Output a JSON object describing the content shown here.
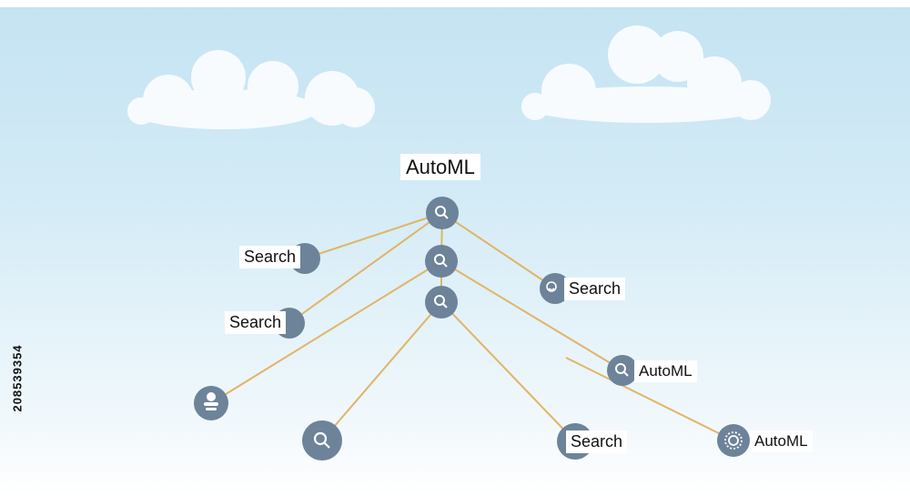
{
  "diagram": {
    "title": "AutoML",
    "labels": {
      "search_left_upper": "Search",
      "search_left_lower": "Search",
      "search_right_upper": "Search",
      "search_bottom": "Search",
      "automl_right_upper": "AutoML",
      "automl_right_lower": "AutoML"
    },
    "nodes": [
      {
        "id": "root",
        "icon": "search-icon"
      },
      {
        "id": "mid",
        "icon": "search-icon"
      },
      {
        "id": "hub",
        "icon": "search-icon"
      },
      {
        "id": "left-upper",
        "icon": "search-icon"
      },
      {
        "id": "left-lower",
        "icon": "search-icon"
      },
      {
        "id": "right-upper",
        "icon": "face-icon"
      },
      {
        "id": "left-person",
        "icon": "person-icon"
      },
      {
        "id": "bottom-left",
        "icon": "search-icon"
      },
      {
        "id": "bottom-right",
        "icon": "search-icon"
      },
      {
        "id": "right-mid",
        "icon": "search-icon"
      },
      {
        "id": "right-lower",
        "icon": "gear-icon"
      }
    ],
    "colors": {
      "node": "#6d8399",
      "edge": "#e1b466",
      "sky": "#c4e3f2"
    }
  },
  "stock_id": "208539354"
}
